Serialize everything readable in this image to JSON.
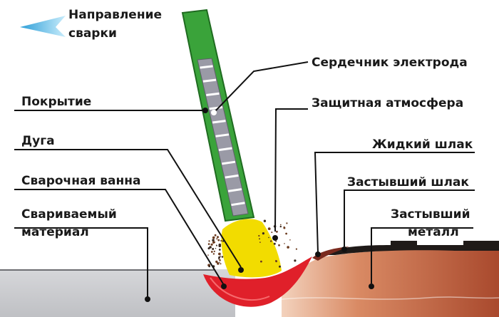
{
  "direction": {
    "line1": "Направление",
    "line2": "сварки"
  },
  "labels": {
    "core": "Сердечник электрода",
    "coating": "Покрытие",
    "shield": "Защитная атмосфера",
    "arc": "Дуга",
    "liquid_slag": "Жидкий шлак",
    "pool": "Сварочная ванна",
    "solid_slag": "Застывший шлак",
    "base_line1": "Свариваемый",
    "base_line2": "материал",
    "metal_line1": "Застывший",
    "metal_line2": "металл"
  },
  "colors": {
    "electrode": "#3aa33a",
    "core": "#9a9aa6",
    "arc": "#f2dc00",
    "pool": "#e0202a",
    "base": "#c8c9cc",
    "solid_metal": "#b85a3a",
    "slag": "#1f1a18",
    "arrow": "#5ab9e6"
  }
}
